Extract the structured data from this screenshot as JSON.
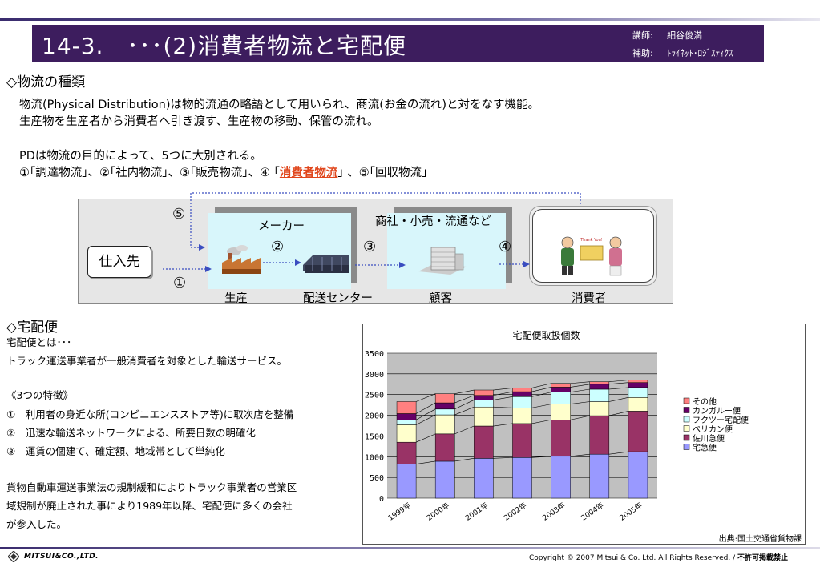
{
  "header": {
    "title": "14-3.　･･･(2)消費者物流と宅配便",
    "lecturer_label": "講師:",
    "lecturer_name": "細谷俊満",
    "assistant_label": "補助:",
    "assistant_name": "ﾄﾗｲﾈｯﾄ･ﾛｼﾞｽﾃｨｸｽ"
  },
  "section1": {
    "heading": "◇物流の種類",
    "line1": "物流(Physical Distribution)は物的流通の略語として用いられ、商流(お金の流れ)と対をなす機能。",
    "line2": "生産物を生産者から消費者へ引き渡す、生産物の移動、保管の流れ。",
    "line3": "PDは物流の目的によって、5つに大別される。",
    "line4_pre": "①｢調達物流｣、②｢社内物流｣、③｢販売物流｣、④ ｢",
    "line4_highlight": "消費者物流",
    "line4_post": "｣ 、⑤｢回収物流｣"
  },
  "diagram": {
    "supplier": "仕入先",
    "maker": "メーカー",
    "trader": "商社・小売・流通など",
    "production": "生産",
    "distribution_center": "配送センター",
    "customer": "顧客",
    "consumer": "消費者",
    "n1": "①",
    "n2": "②",
    "n3": "③",
    "n4": "④",
    "n5": "⑤",
    "thank_you": "Thank You!"
  },
  "section2": {
    "heading": "◇宅配便",
    "def_title": "宅配便とは･･･",
    "def_text": "トラック運送事業者が一般消費者を対象とした輸送サービス。",
    "features_title": "《3つの特徴》",
    "feature1": "①　利用者の身近な所(コンビニエンスストア等)に取次店を整備",
    "feature2": "②　迅速な輸送ネットワークによる、所要日数の明確化",
    "feature3": "③　運賃の個建て、確定額、地域帯として単純化",
    "para1": "貨物自動車運送事業法の規制緩和によりトラック事業者の営業区",
    "para2": "域規制が廃止された事により1989年以降、宅配便に多くの会社",
    "para3": "が参入した。"
  },
  "chart_data": {
    "type": "bar",
    "stacked": true,
    "title": "宅配便取扱個数",
    "categories": [
      "1999年",
      "2000年",
      "2001年",
      "2002年",
      "2003年",
      "2004年",
      "2005年"
    ],
    "ylim": [
      0,
      3500
    ],
    "yticks": [
      0,
      500,
      1000,
      1500,
      2000,
      2500,
      3000,
      3500
    ],
    "grid": true,
    "legend_position": "right",
    "series": [
      {
        "name": "宅急便",
        "color": "#9999ff",
        "values": [
          820,
          890,
          960,
          980,
          1010,
          1060,
          1120
        ]
      },
      {
        "name": "佐川急便",
        "color": "#993366",
        "values": [
          530,
          660,
          780,
          820,
          880,
          930,
          980
        ]
      },
      {
        "name": "ペリカン便",
        "color": "#ffffcc",
        "values": [
          420,
          460,
          460,
          380,
          380,
          340,
          330
        ]
      },
      {
        "name": "フクツー宅配便",
        "color": "#ccffff",
        "values": [
          120,
          140,
          170,
          270,
          290,
          300,
          240
        ]
      },
      {
        "name": "カンガルー便",
        "color": "#660066",
        "values": [
          150,
          150,
          110,
          120,
          120,
          120,
          120
        ]
      },
      {
        "name": "その他",
        "color": "#ff8080",
        "values": [
          290,
          220,
          130,
          90,
          90,
          60,
          60
        ]
      }
    ],
    "source": "出典:国土交通省貨物課"
  },
  "footer": {
    "logo_text": "MITSUI&CO.,LTD.",
    "copyright": "Copyright © 2007 Mitsui & Co. Ltd. All Rights Reserved. / ",
    "no_reprint": "不許可掲載禁止"
  }
}
